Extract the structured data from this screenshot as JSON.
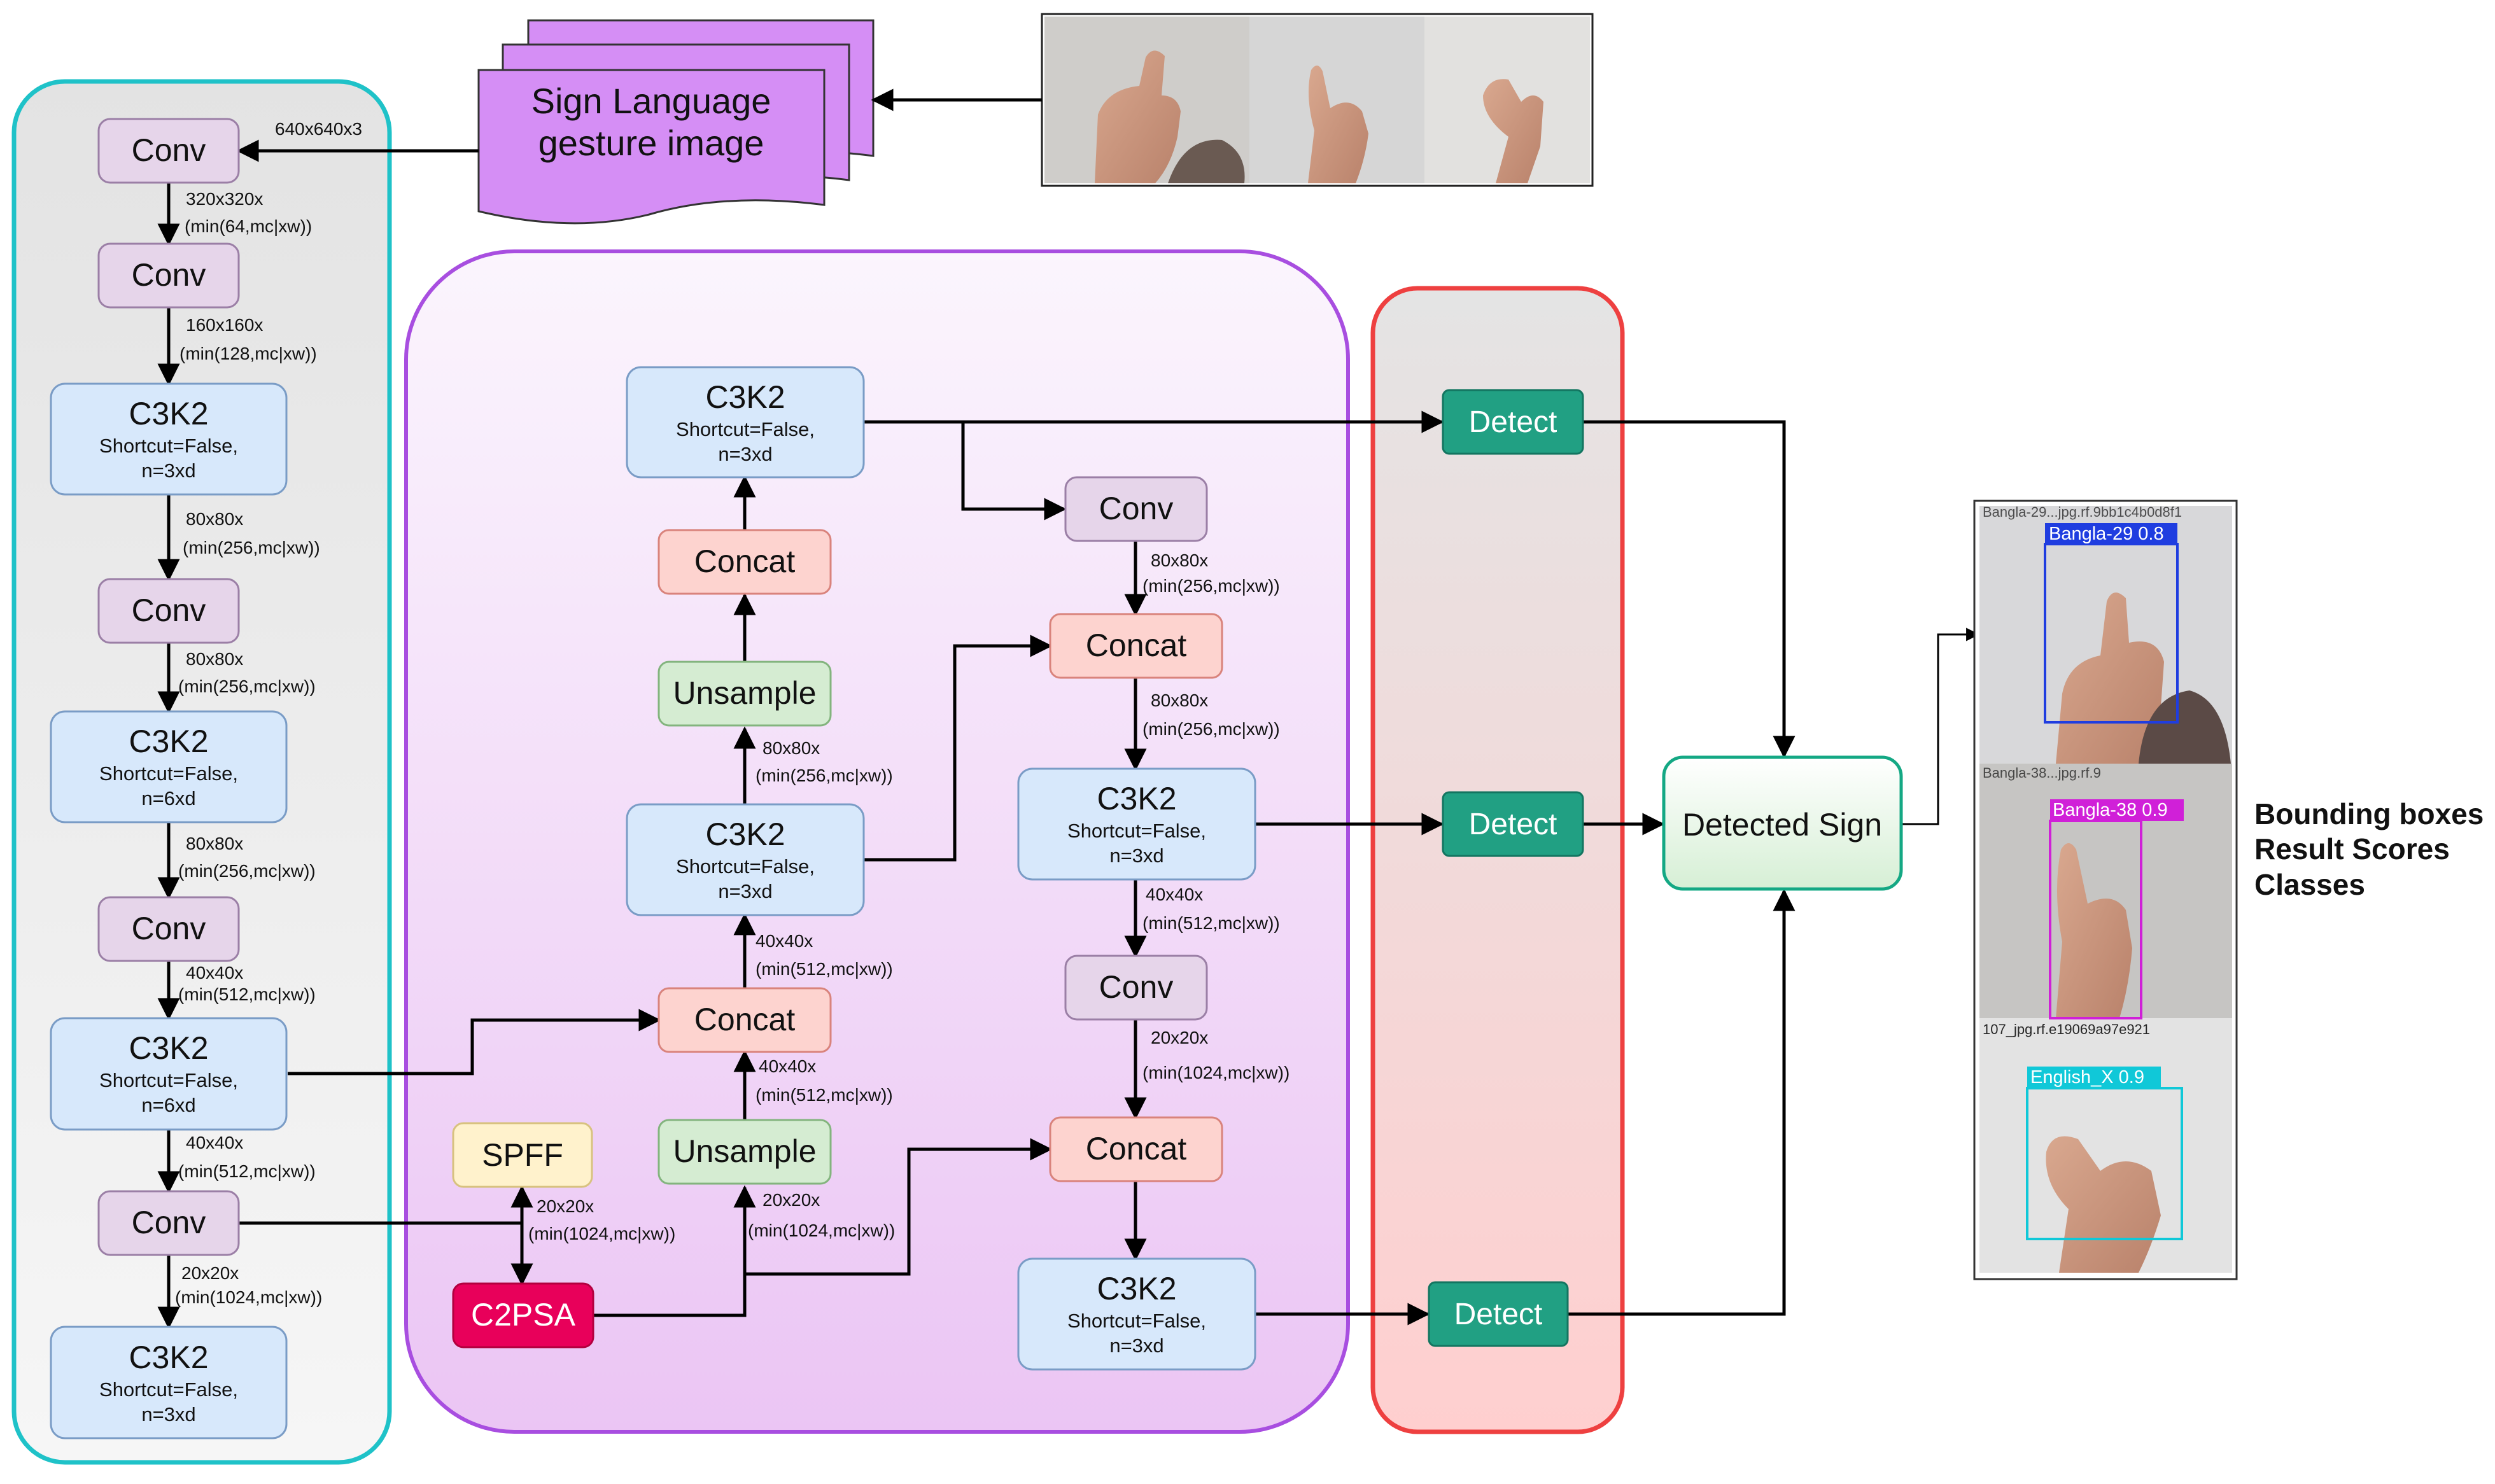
{
  "input_image_label": [
    "Sign Language",
    "gesture image"
  ],
  "backbone": {
    "conv1": "Conv",
    "conv2": "Conv",
    "c3k2_1": [
      "C3K2",
      "Shortcut=False,",
      "n=3xd"
    ],
    "conv3": "Conv",
    "c3k2_2": [
      "C3K2",
      "Shortcut=False,",
      "n=6xd"
    ],
    "conv4": "Conv",
    "c3k2_3": [
      "C3K2",
      "Shortcut=False,",
      "n=6xd"
    ],
    "conv5": "Conv",
    "c3k2_4": [
      "C3K2",
      "Shortcut=False,",
      "n=3xd"
    ]
  },
  "neck": {
    "spff": "SPFF",
    "c2psa": "C2PSA",
    "unsample_low": "Unsample",
    "concat_low": "Concat",
    "c3k2_mid": [
      "C3K2",
      "Shortcut=False,",
      "n=3xd"
    ],
    "unsample_high": "Unsample",
    "concat_high": "Concat",
    "c3k2_top": [
      "C3K2",
      "Shortcut=False,",
      "n=3xd"
    ],
    "conv_r1": "Conv",
    "concat_r1": "Concat",
    "c3k2_r1": [
      "C3K2",
      "Shortcut=False,",
      "n=3xd"
    ],
    "conv_r2": "Conv",
    "concat_r2": "Concat",
    "c3k2_r2": [
      "C3K2",
      "Shortcut=False,",
      "n=3xd"
    ]
  },
  "head": {
    "detect1": "Detect",
    "detect2": "Detect",
    "detect3": "Detect"
  },
  "detected_sign": "Detected Sign",
  "result_labels": [
    "Bounding boxes",
    "Result Scores",
    "Classes"
  ],
  "results": [
    {
      "label": "Bangla-29 0.8",
      "color": "#1f3de0"
    },
    {
      "label": "Bangla-38 0.9",
      "color": "#d020d8"
    },
    {
      "label": "English_X 0.9",
      "color": "#10c8d8"
    }
  ],
  "result_faint_captions": [
    "Bangla-29...jpg.rf.9bb1c4b0d8f1",
    "Bangla-38...jpg.rf.9",
    "107_jpg.rf.e19069a97e921"
  ],
  "edge_labels": {
    "in_conv1": [
      "640x640x3"
    ],
    "conv1_conv2": [
      "320x320x",
      "(min(64,mc|xw))"
    ],
    "conv2_c3k2": [
      "160x160x",
      "(min(128,mc|xw))"
    ],
    "c3k2_conv3": [
      "80x80x",
      "(min(256,mc|xw))"
    ],
    "conv3_c3k2": [
      "80x80x",
      "(min(256,mc|xw))"
    ],
    "c3k2_conv4": [
      "80x80x",
      "(min(256,mc|xw))"
    ],
    "conv4_c3k2": [
      "40x40x",
      "(min(512,mc|xw))"
    ],
    "c3k2_conv5": [
      "40x40x",
      "(min(512,mc|xw))"
    ],
    "conv5_c3k2": [
      "20x20x",
      "(min(1024,mc|xw))"
    ],
    "spff_c2psa": [
      "20x20x",
      "(min(1024,mc|xw))"
    ],
    "c2psa_unsample": [
      "20x20x",
      "(min(1024,mc|xw))"
    ],
    "unsample_concat": [
      "40x40x",
      "(min(512,mc|xw))"
    ],
    "concat_c3k2": [
      "40x40x",
      "(min(512,mc|xw))"
    ],
    "c3k2_unsample": [
      "80x80x",
      "(min(256,mc|xw))"
    ],
    "convr1_concat": [
      "80x80x",
      "(min(256,mc|xw))"
    ],
    "concat_c3k2r": [
      "80x80x",
      "(min(256,mc|xw))"
    ],
    "c3k2r_convr2": [
      "40x40x",
      "(min(512,mc|xw))"
    ],
    "convr2_concat": [
      "20x20x",
      "(min(1024,mc|xw))"
    ]
  },
  "colors": {
    "backbone_border": "#1fc2c8",
    "neck_border": "#a84ee0",
    "head_border": "#ee4040",
    "conv_fill": "#e6d5ea",
    "c3k2_fill": "#d7e8fb",
    "concat_fill": "#fdd3cf",
    "unsample_fill": "#d5ecd2",
    "spff_fill": "#fff2cc",
    "c2psa_fill": "#e8005a",
    "detect_fill": "#21a083",
    "detected_border": "#14a884",
    "gesture_fill": "#d58ef5"
  }
}
